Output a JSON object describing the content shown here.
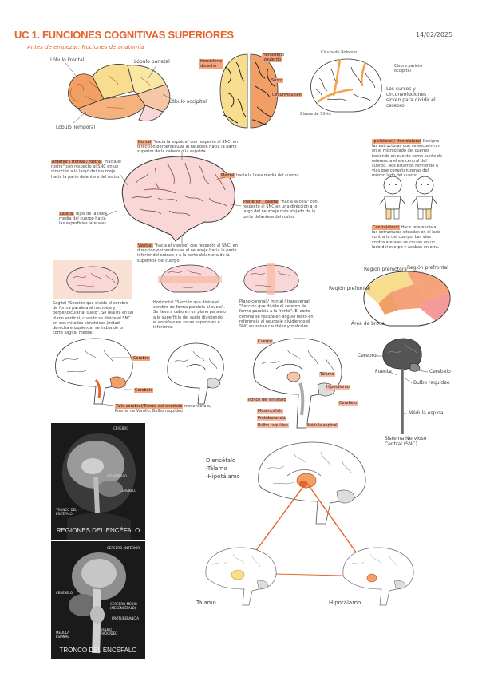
{
  "header": {
    "title": "UC 1. FUNCIONES COGNITIVAS SUPERIORES",
    "date": "14/02/2025",
    "subtitle": "Antes de empezar: Nociones de anatomía"
  },
  "lobes": {
    "frontal": "Lóbulo Frontal",
    "parietal": "Lóbulo parietal",
    "occipital": "Lóbulo occipital",
    "temporal": "Lóbulo Temporal"
  },
  "hemispheres": {
    "right": "Hemisferio derecho",
    "left": "Hemisferio izquierdo",
    "sulcus": "Surco",
    "circumvolution": "Circunvolución"
  },
  "sulci": {
    "rolando": "Cisura de Rolando",
    "parieto": "Cisura parieto occipital",
    "silvio": "Cisura de Silvio",
    "note": "Los surcos y circunvoluciones sirven para dividir el cerebro"
  },
  "directions": {
    "dorsal_label": "Dorsal",
    "dorsal_text": "\"hacia la espalda\" con respecto al SNC, en dirección perpendicular al neuroeje hacia la parte superior de la cabeza o la espalda",
    "anterior_label": "Anterior / frontal / rostral",
    "anterior_text": "\"hacia el rostro\" con respecto al SNC en un dirección a lo largo del neuroeje hacia la parte delantera del rostro",
    "medial_label": "Medial",
    "medial_text": "hacia la línea media del cuerpo",
    "lateral_label": "Lateral",
    "lateral_text": "lejos de la línea media del cuerpo hacia las superficies laterales",
    "posterior_label": "Posterior / caudal",
    "posterior_text": "\"hacia la cola\" con respecto al SNC en una dirección a lo largo del neuroeje más alejado de la parte delantera del rostro",
    "ventral_label": "Ventral",
    "ventral_text": "\"hacia el vientre\" con respecto al SNC, en dirección perpendicular al neuroeje hacia la parte inferior del cráneo o a la parte delantera de la superficie del cuerpo"
  },
  "laterality": {
    "ipsi_label": "Ipsilateral / Homolateral",
    "ipsi_text": "Designa las estructuras que se encuentran en el mismo lado del cuerpo teniendo en cuenta como punto de referencia el eje central del cuerpo. Nos estamos refiriendo a vías que conectan zonas del mismo lado del cuerpo.",
    "contra_label": "Contralateral",
    "contra_text": "Hace referencia a las estructuras situadas en el lado contrario del cuerpo. Las vías contralaterales se cruzan en un lado del cuerpo y acaban en otra."
  },
  "planes": {
    "sagittal_label": "Sagital",
    "sagittal_text": "\"Sección que divide el cerebro de forma paralela al neuroeje y perpendicular al suelo\". Se realiza en un plano vertical, cuando se divide el SNC en dos mitades simétricas (mitad derecha e izquierda) se habla de un corte sagital medial.",
    "horizontal_label": "Horizontal",
    "horizontal_text": "\"Sección que divide el cerebro de forma paralela al suelo\". Se lleva a cabo en un plano paralelo a la superficie del suelo dividiendo el encéfalo en zonas superiores e inferiores.",
    "coronal_label": "Plano coronal / frontal / transversal",
    "coronal_text": "\"Sección que divide el cerebro de forma paralela a la frente\". El corte coronal se realiza en ángulo recto en referencia al neuroeje dividiendo el SNC en zonas caudales y rostrales."
  },
  "regions": {
    "premotora": "Región premotora",
    "prefrontal": "Región prefrontal",
    "prefrontal2": "Región prefrontal",
    "broca": "Área de broca"
  },
  "sagittal_labels": {
    "cerebro": "Cerebro",
    "cerebelo": "Cerebelo",
    "tallo": "Tallo cerebral/Tronco del encéfalo",
    "tallo_rest": "mesencéfalo, Puente de Varolio, Bulbo raquídeo",
    "cuerpo": "Cuerpo",
    "talamo": "Tálamo",
    "hipotalamo": "Hipotálamo",
    "cerebelo2": "Cerebelo",
    "mesencefalo": "Mesencéfalo",
    "protuberancia": "Protuberancia",
    "bulbo": "Bulbo raquídeo",
    "medula": "Médula espinal",
    "tronco_side": "Tronco del encéfalo",
    "cerebro2": "Cerebro",
    "puente": "Puente",
    "cerebelo3": "Cerebelo",
    "bulbo2": "Bulbo raquídeo",
    "medula2": "Médula espinal",
    "snc": "Sistema Nervioso Central (SNC)"
  },
  "photos": {
    "top_caption": "REGIONES DEL ENCÉFALO",
    "bottom_caption": "TRONCO DEL ENCÉFALO",
    "p1_cerebro": "CEREBRO",
    "p1_diencefalo": "DIENCÉFALO",
    "p1_cerebelo": "CEREBELO",
    "p1_tronco": "TRONCO DEL ENCÉFALO",
    "p2_cerebro_ant": "CEREBRO ANTERIOR",
    "p2_cerebelo": "CEREBELO",
    "p2_medio": "CEREBRO MEDIO (MESENCÉFALO)",
    "p2_protub": "PROTUBERANCIA",
    "p2_bulbo": "BULBO RAQUÍDEO",
    "p2_medula": "MÉDULA ESPINAL"
  },
  "diencephalon": {
    "title": "Diencéfalo",
    "items": [
      "-Tálamo",
      "-Hipotálamo"
    ],
    "talamo": "Tálamo",
    "hipotalamo": "Hipotálamo"
  },
  "colors": {
    "title": "#e8622c",
    "frontal": "#f29f66",
    "parietal": "#f9dd8e",
    "occipital": "#f7c6a6",
    "highlight": "#f5a37a",
    "pink": "#f9d7d7",
    "accent": "#e8622c"
  }
}
